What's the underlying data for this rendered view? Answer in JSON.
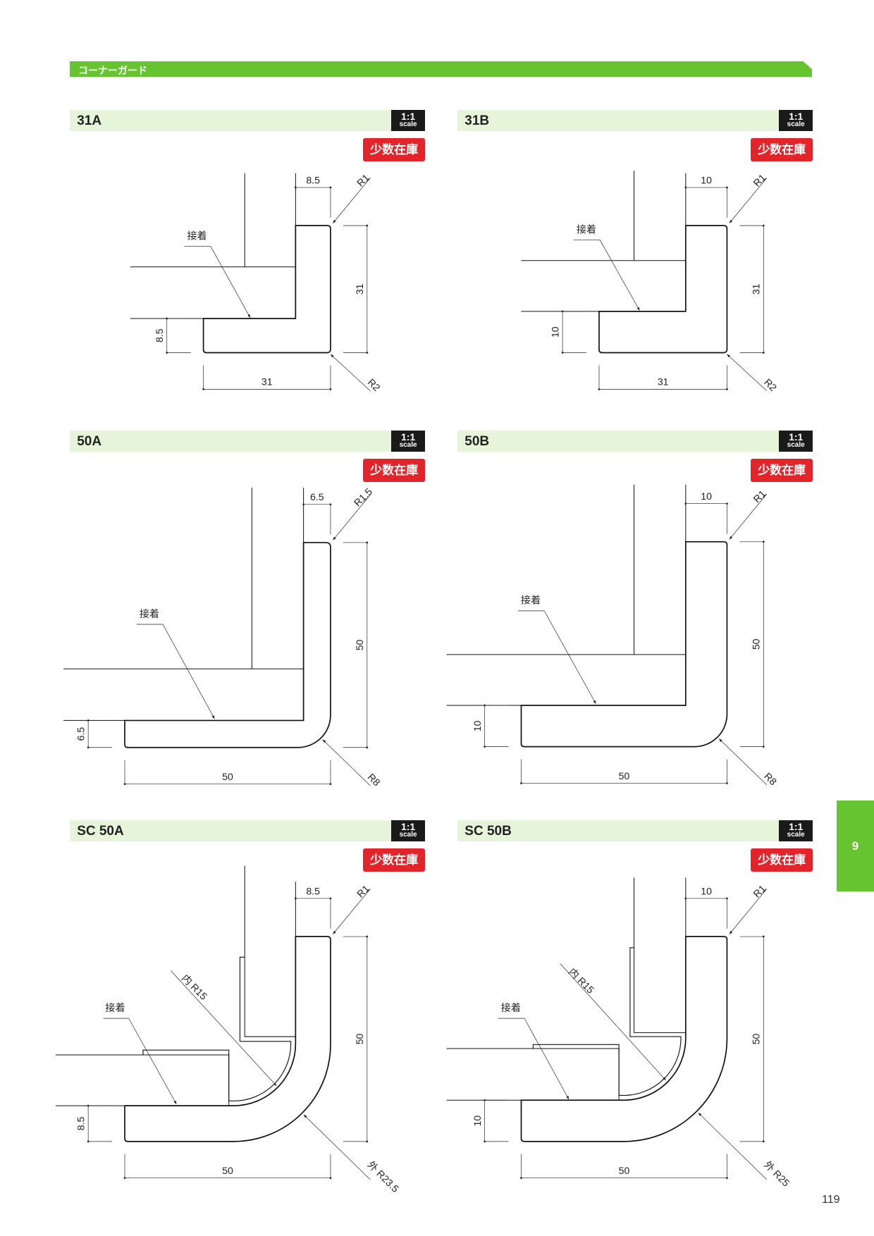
{
  "header": {
    "title": "コーナーガード"
  },
  "side_tab": "9",
  "page_number": "119",
  "panels": [
    {
      "title": "31A",
      "scale_ratio": "1:1",
      "scale_label": "scale",
      "stock": "少数在庫",
      "labels": {
        "top_width": "8.5",
        "right_height": "31",
        "left_thickness": "8.5",
        "bottom_width": "31",
        "top_radius": "R1",
        "bottom_radius": "R2",
        "adhesive": "接着"
      }
    },
    {
      "title": "31B",
      "scale_ratio": "1:1",
      "scale_label": "scale",
      "stock": "少数在庫",
      "labels": {
        "top_width": "10",
        "right_height": "31",
        "left_thickness": "10",
        "bottom_width": "31",
        "top_radius": "R1",
        "bottom_radius": "R2",
        "adhesive": "接着"
      }
    },
    {
      "title": "50A",
      "scale_ratio": "1:1",
      "scale_label": "scale",
      "stock": "少数在庫",
      "labels": {
        "top_width": "6.5",
        "right_height": "50",
        "left_thickness": "6.5",
        "bottom_width": "50",
        "top_radius": "R1.5",
        "bottom_radius": "R8",
        "adhesive": "接着"
      }
    },
    {
      "title": "50B",
      "scale_ratio": "1:1",
      "scale_label": "scale",
      "stock": "少数在庫",
      "labels": {
        "top_width": "10",
        "right_height": "50",
        "left_thickness": "10",
        "bottom_width": "50",
        "top_radius": "R1",
        "bottom_radius": "R8",
        "adhesive": "接着"
      }
    },
    {
      "title": "SC 50A",
      "scale_ratio": "1:1",
      "scale_label": "scale",
      "stock": "少数在庫",
      "labels": {
        "top_width": "8.5",
        "right_height": "50",
        "left_thickness": "8.5",
        "bottom_width": "50",
        "top_radius": "R1",
        "bottom_radius": "外 R23.5",
        "inner_radius": "内 R15",
        "adhesive": "接着"
      }
    },
    {
      "title": "SC 50B",
      "scale_ratio": "1:1",
      "scale_label": "scale",
      "stock": "少数在庫",
      "labels": {
        "top_width": "10",
        "right_height": "50",
        "left_thickness": "10",
        "bottom_width": "50",
        "top_radius": "R1",
        "bottom_radius": "外 R25",
        "inner_radius": "内 R15",
        "adhesive": "接着"
      }
    }
  ]
}
